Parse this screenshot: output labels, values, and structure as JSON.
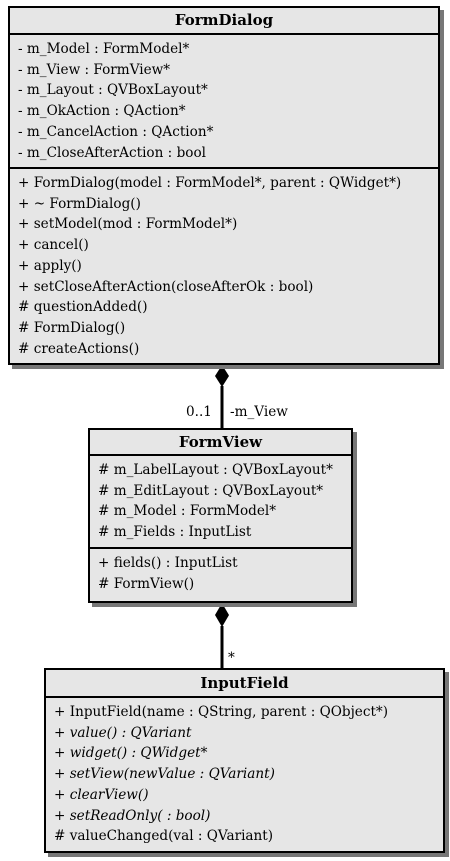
{
  "classes": [
    {
      "name": "FormDialog",
      "attributes": [
        {
          "text": "- m_Model : FormModel*",
          "italic": false
        },
        {
          "text": "- m_View : FormView*",
          "italic": false
        },
        {
          "text": "- m_Layout : QVBoxLayout*",
          "italic": false
        },
        {
          "text": "- m_OkAction : QAction*",
          "italic": false
        },
        {
          "text": "- m_CancelAction : QAction*",
          "italic": false
        },
        {
          "text": "- m_CloseAfterAction : bool",
          "italic": false
        }
      ],
      "operations": [
        {
          "text": "+ FormDialog(model : FormModel*, parent : QWidget*)",
          "italic": false
        },
        {
          "text": "+ ~ FormDialog()",
          "italic": false
        },
        {
          "text": "+ setModel(mod : FormModel*)",
          "italic": false
        },
        {
          "text": "+ cancel()",
          "italic": false
        },
        {
          "text": "+ apply()",
          "italic": false
        },
        {
          "text": "+ setCloseAfterAction(closeAfterOk : bool)",
          "italic": false
        },
        {
          "text": "# questionAdded()",
          "italic": false
        },
        {
          "text": "# FormDialog()",
          "italic": false
        },
        {
          "text": "# createActions()",
          "italic": false
        }
      ]
    },
    {
      "name": "FormView",
      "attributes": [
        {
          "text": "# m_LabelLayout : QVBoxLayout*",
          "italic": false
        },
        {
          "text": "# m_EditLayout : QVBoxLayout*",
          "italic": false
        },
        {
          "text": "# m_Model : FormModel*",
          "italic": false
        },
        {
          "text": "# m_Fields : InputList",
          "italic": false
        }
      ],
      "operations": [
        {
          "text": "+ fields() : InputList",
          "italic": false
        },
        {
          "text": "# FormView()",
          "italic": false
        }
      ]
    },
    {
      "name": "InputField",
      "attributes": [],
      "operations": [
        {
          "text": "+ InputField(name : QString, parent : QObject*)",
          "italic": false
        },
        {
          "text": "+ value() : QVariant",
          "italic": true
        },
        {
          "text": "+ widget() : QWidget*",
          "italic": true
        },
        {
          "text": "+ setView(newValue : QVariant)",
          "italic": true
        },
        {
          "text": "+ clearView()",
          "italic": true
        },
        {
          "text": "+ setReadOnly( : bool)",
          "italic": true
        },
        {
          "text": "# valueChanged(val : QVariant)",
          "italic": false
        }
      ]
    }
  ],
  "associations": [
    {
      "from": "FormDialog",
      "to": "FormView",
      "kind": "composition",
      "multiplicity": "0..1",
      "role": "-m_View"
    },
    {
      "from": "FormView",
      "to": "InputField",
      "kind": "composition",
      "multiplicity": "*",
      "role": ""
    }
  ]
}
